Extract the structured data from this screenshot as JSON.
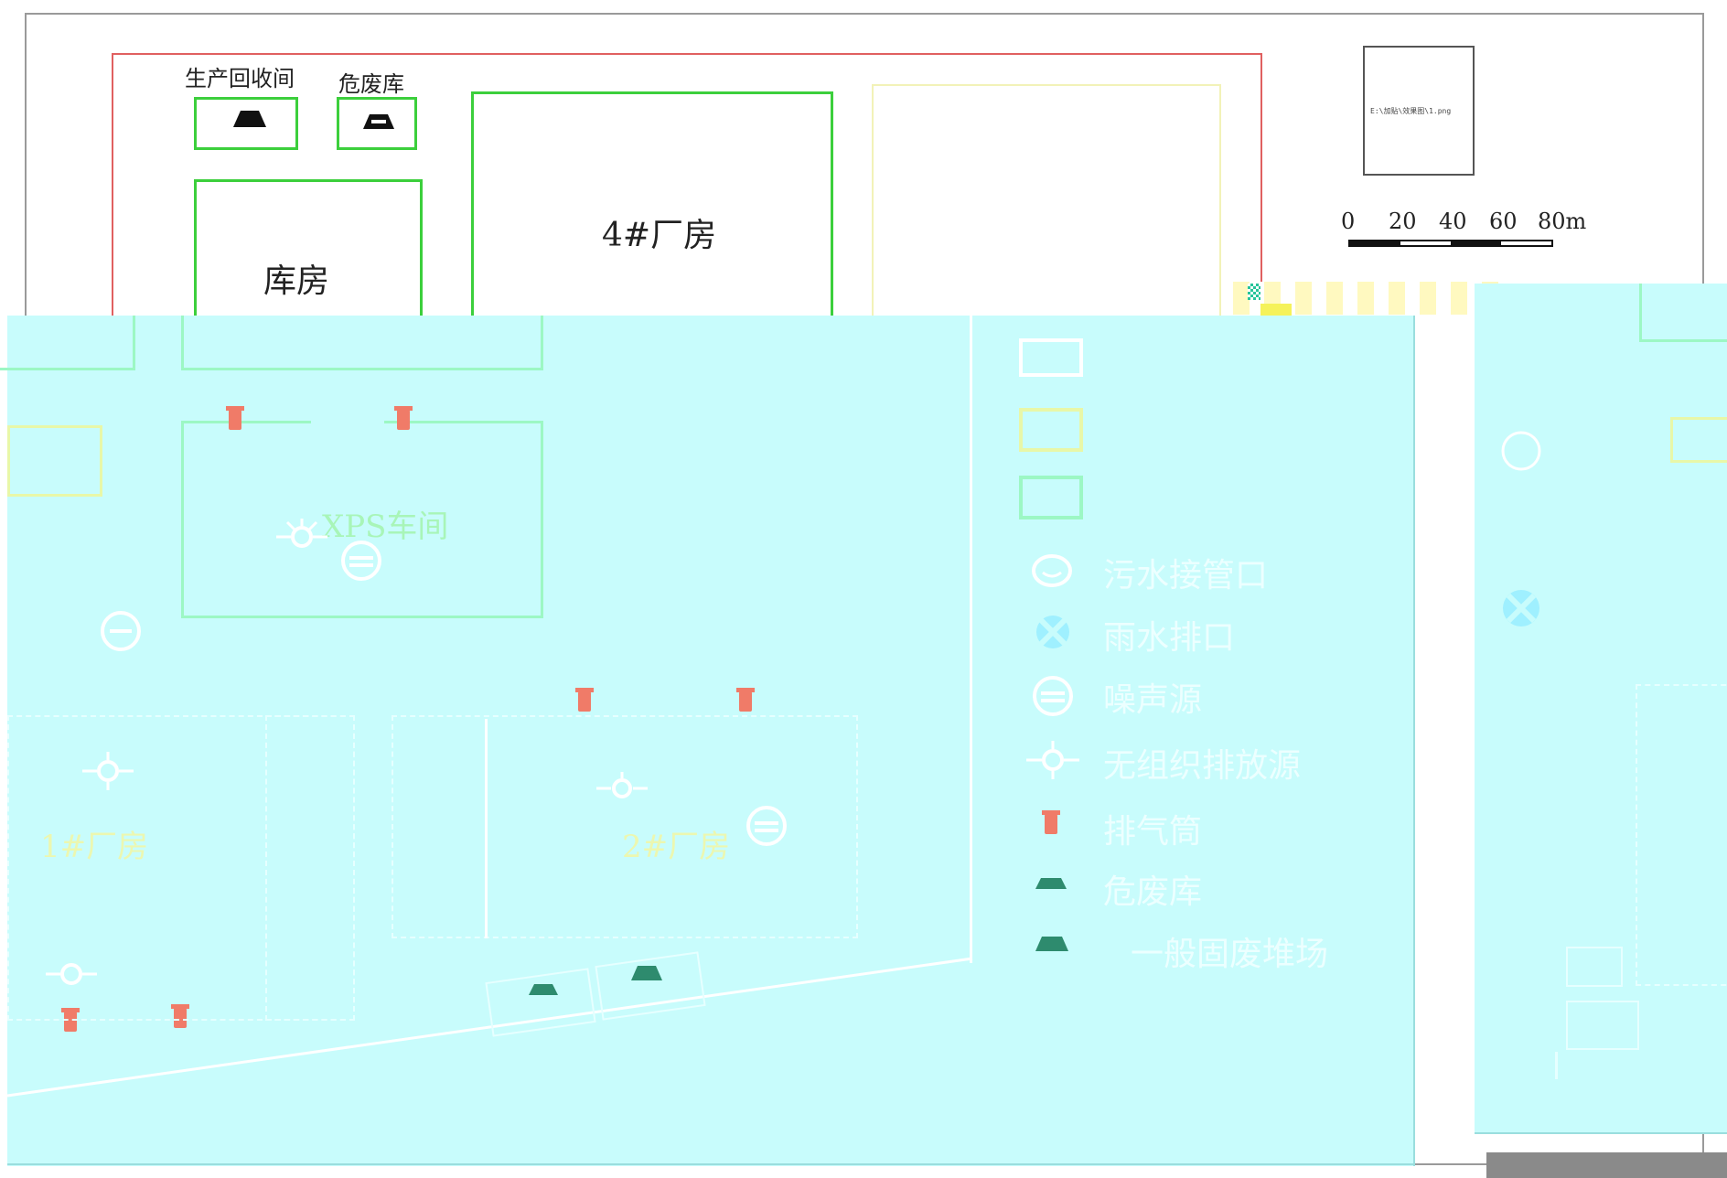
{
  "buildings": {
    "recycle_room": "生产回收间",
    "hazard_store": "危废库",
    "warehouse": "库房",
    "factory4": "4#厂房",
    "xps": "XPS车间",
    "factory1": "1#厂房",
    "factory2": "2#厂房"
  },
  "inset_text": "E:\\加贴\\效果图\\1.png",
  "scale": {
    "labels": [
      "0",
      "20",
      "40",
      "60",
      "80m"
    ]
  },
  "legend": {
    "sewage": "污水接管口",
    "rain": "雨水排口",
    "noise": "噪声源",
    "fugitive": "无组织排放源",
    "stack": "排气筒",
    "hazard": "危废库",
    "general": "一般固废堆场"
  },
  "colors": {
    "wall_red": "#e06060",
    "building_green": "#3ccf3c",
    "overlay_cyan": "#c8fcfc",
    "stack_red": "#f07b68",
    "waste_teal": "#2e8b6e"
  }
}
